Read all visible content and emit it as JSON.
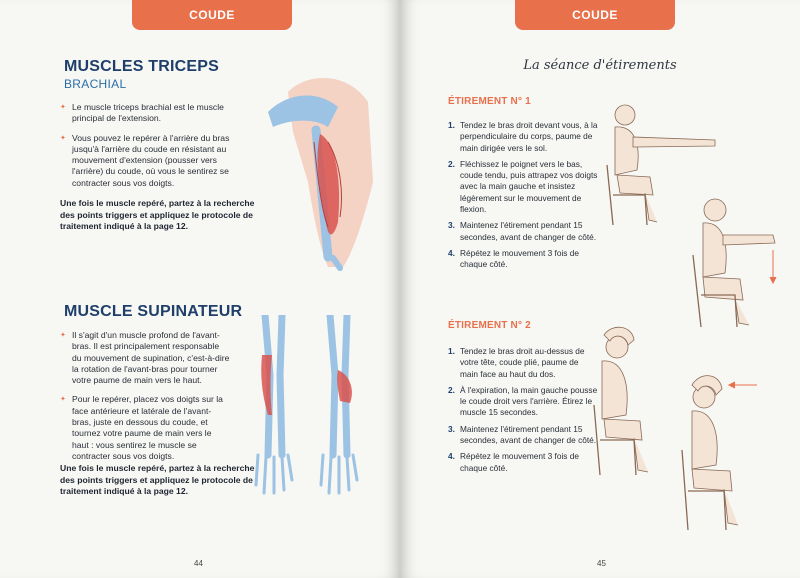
{
  "left_page": {
    "tab": "COUDE",
    "section1": {
      "title": "MUSCLES TRICEPS",
      "subtitle": "BRACHIAL",
      "bullets": [
        "Le muscle triceps brachial est le muscle principal de l'extension.",
        "Vous pouvez le repérer à l'arrière du bras jusqu'à l'arrière du coude en résistant au mouvement d'extension (pousser vers l'arrière) du coude, où vous le sentirez se contracter sous vos doigts."
      ],
      "note": "Une fois le muscle repéré, partez à la recherche des points triggers et appliquez le protocole de traitement indiqué à la page 12."
    },
    "section2": {
      "title": "MUSCLE SUPINATEUR",
      "bullets": [
        "Il s'agit d'un muscle profond de l'avant-bras. Il est principalement responsable du mouvement de supination, c'est-à-dire la rotation de l'avant-bras pour tourner votre paume de main vers le haut.",
        "Pour le repérer, placez vos doigts sur la face antérieure et latérale de l'avant-bras, juste en dessous du coude, et tournez votre paume de main vers le haut : vous sentirez le muscle se contracter sous vos doigts."
      ],
      "note": "Une fois le muscle repéré, partez à la recherche des points triggers et appliquez le protocole de traitement indiqué à la page 12."
    },
    "page_number": "44"
  },
  "right_page": {
    "tab": "COUDE",
    "title": "La séance d'étirements",
    "stretch1": {
      "title": "ÉTIREMENT N° 1",
      "steps": [
        {
          "n": "1.",
          "text": "Tendez le bras droit devant vous, à la perpendiculaire du corps, paume de main dirigée vers le sol."
        },
        {
          "n": "2.",
          "text": "Fléchissez le poignet vers le bas, coude tendu, puis attrapez vos doigts avec la main gauche et insistez légèrement sur le mouvement de flexion."
        },
        {
          "n": "3.",
          "text": "Maintenez l'étirement pendant 15 secondes, avant de changer de côté."
        },
        {
          "n": "4.",
          "text": "Répétez le mouvement 3 fois de chaque côté."
        }
      ]
    },
    "stretch2": {
      "title": "ÉTIREMENT N° 2",
      "steps": [
        {
          "n": "1.",
          "text": "Tendez le bras droit au-dessus de votre tête, coude plié, paume de main face au haut du dos."
        },
        {
          "n": "2.",
          "text": "À l'expiration, la main gauche pousse le coude droit vers l'arrière. Étirez le muscle 15 secondes."
        },
        {
          "n": "3.",
          "text": "Maintenez l'étirement pendant 15 secondes, avant de changer de côté."
        },
        {
          "n": "4.",
          "text": "Répétez le mouvement 3 fois de chaque côté."
        }
      ]
    },
    "page_number": "45"
  },
  "colors": {
    "accent": "#e8714c",
    "title_blue": "#1f3f6a",
    "subtitle_blue": "#2a6fa8",
    "muscle_red": "#d9534f",
    "bone_blue": "#9cc2e4"
  }
}
